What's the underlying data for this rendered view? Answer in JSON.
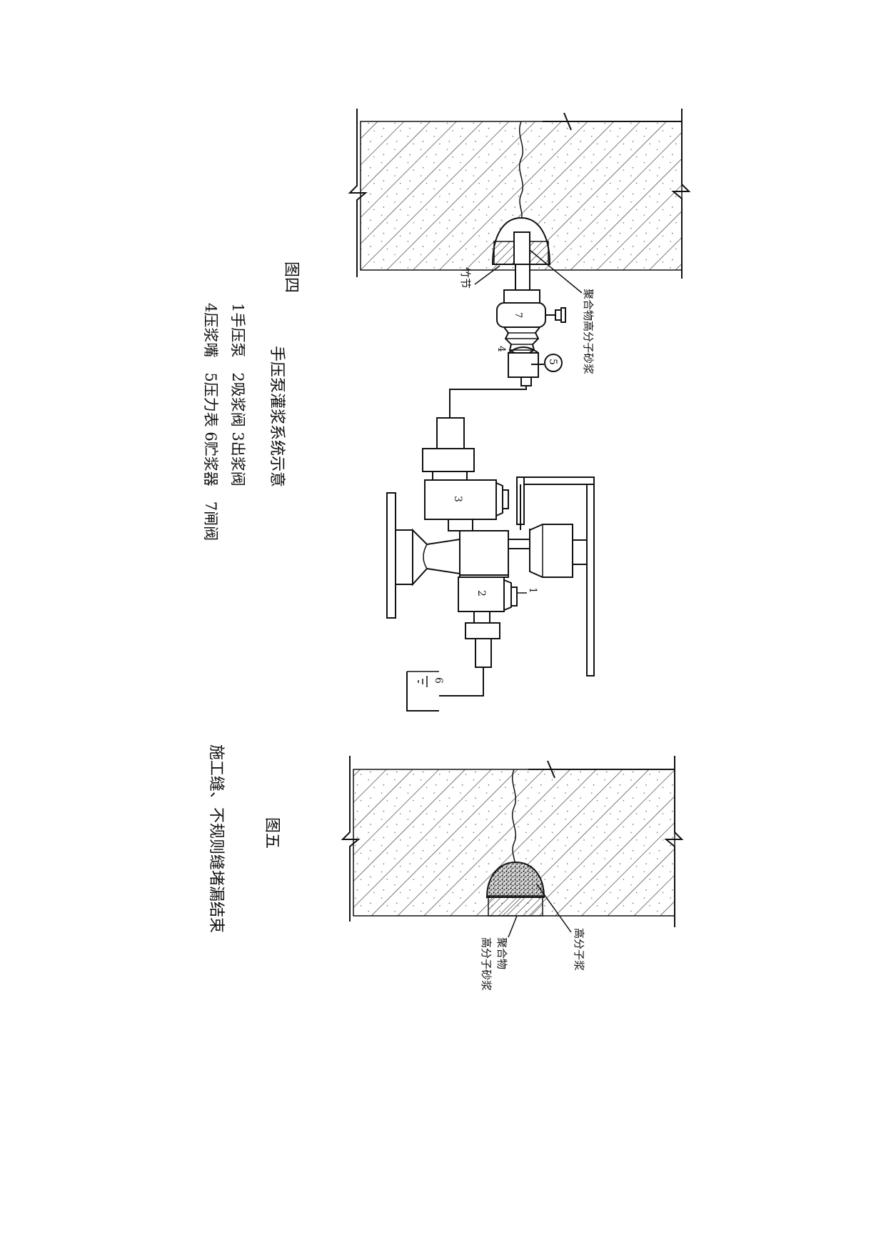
{
  "figure4": {
    "number": "图四",
    "title": "手压泵灌浆系统示意",
    "legend_line1": "1手压泵　2吸浆阀 3出浆阀",
    "legend_line2": "4压浆嘴　5压力表 6贮浆器　7闸阀",
    "labels": {
      "polymer_mortar": "聚合物高分子砂浆",
      "bamboo": "竹节",
      "n1": "1",
      "n2": "2",
      "n3": "3",
      "n4": "4",
      "n5": "5",
      "n6": "6",
      "n7": "7"
    }
  },
  "figure5": {
    "number": "图五",
    "title": "施工缝、不规则缝堵漏结束",
    "labels": {
      "polymer_slurry": "高分子浆",
      "polymer_mortar_a": "聚合物",
      "polymer_mortar_b": "高分子砂浆"
    }
  }
}
